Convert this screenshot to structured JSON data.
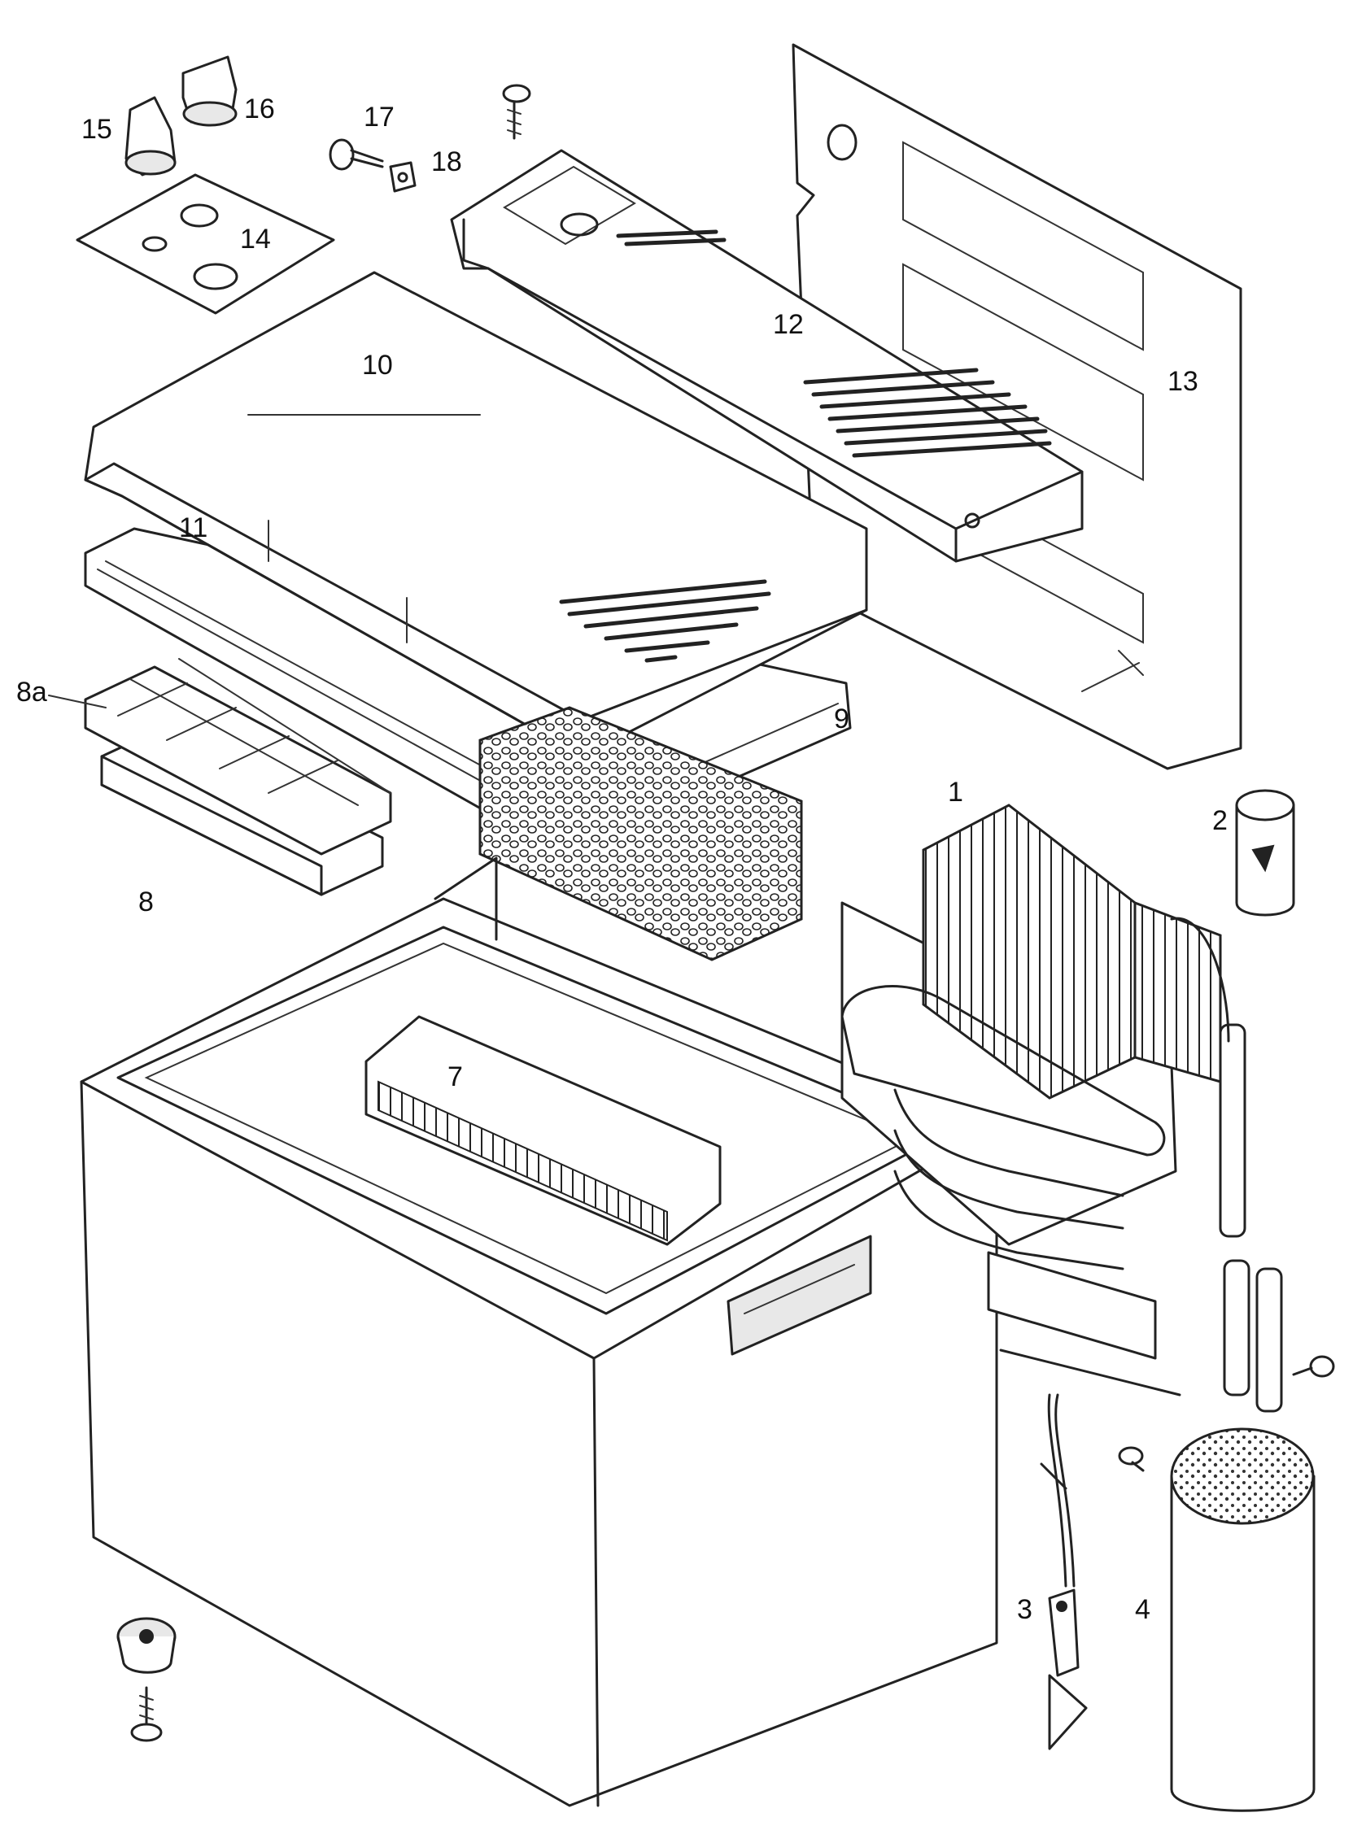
{
  "labels": {
    "p1": "1",
    "p2": "2",
    "p3": "3",
    "p4": "4",
    "p7": "7",
    "p8": "8",
    "p8a": "8a",
    "p9": "9",
    "p10": "10",
    "p11": "11",
    "p12": "12",
    "p13": "13",
    "p14": "14",
    "p15": "15",
    "p16": "16",
    "p17": "17",
    "p18": "18"
  },
  "colors": {
    "ink": "#222222",
    "paper": "#ffffff",
    "shade": "#e8e8e8"
  }
}
